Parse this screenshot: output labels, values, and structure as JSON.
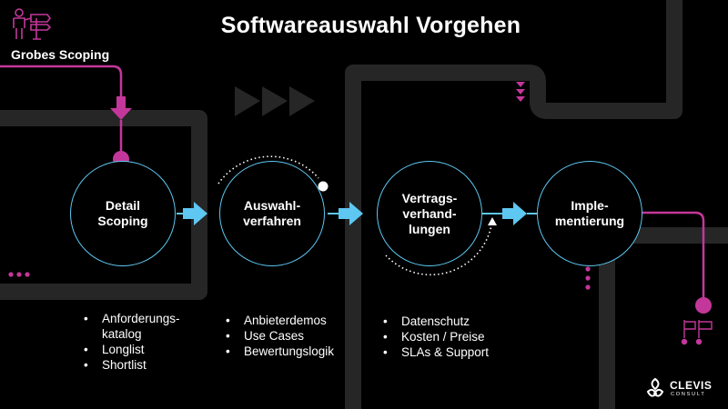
{
  "title": "Softwareauswahl Vorgehen",
  "start_label": "Grobes Scoping",
  "steps": [
    {
      "label": "Detail\nScoping"
    },
    {
      "label": "Auswahl-\nverfahren"
    },
    {
      "label": "Vertrags-\nverhand-\nlungen"
    },
    {
      "label": "Imple-\nmentierung"
    }
  ],
  "lists": [
    {
      "items": [
        "Anforderungs-\nkatalog",
        "Longlist",
        "Shortlist"
      ]
    },
    {
      "items": [
        "Anbieterdemos",
        "Use Cases",
        "Bewertungslogik"
      ]
    },
    {
      "items": [
        "Datenschutz",
        "Kosten / Preise",
        "SLAs & Support"
      ]
    }
  ],
  "logo": {
    "name": "CLEVIS",
    "sub": "CONSULT"
  },
  "icons": [
    "person-signpost-icon",
    "finish-flags-icon",
    "clevis-logo-icon"
  ],
  "colors": {
    "background": "#000000",
    "road": "#262626",
    "accent_magenta": "#c4379a",
    "node_border": "#5ec7f2",
    "arrow": "#5ec7f2",
    "text": "#ffffff"
  }
}
